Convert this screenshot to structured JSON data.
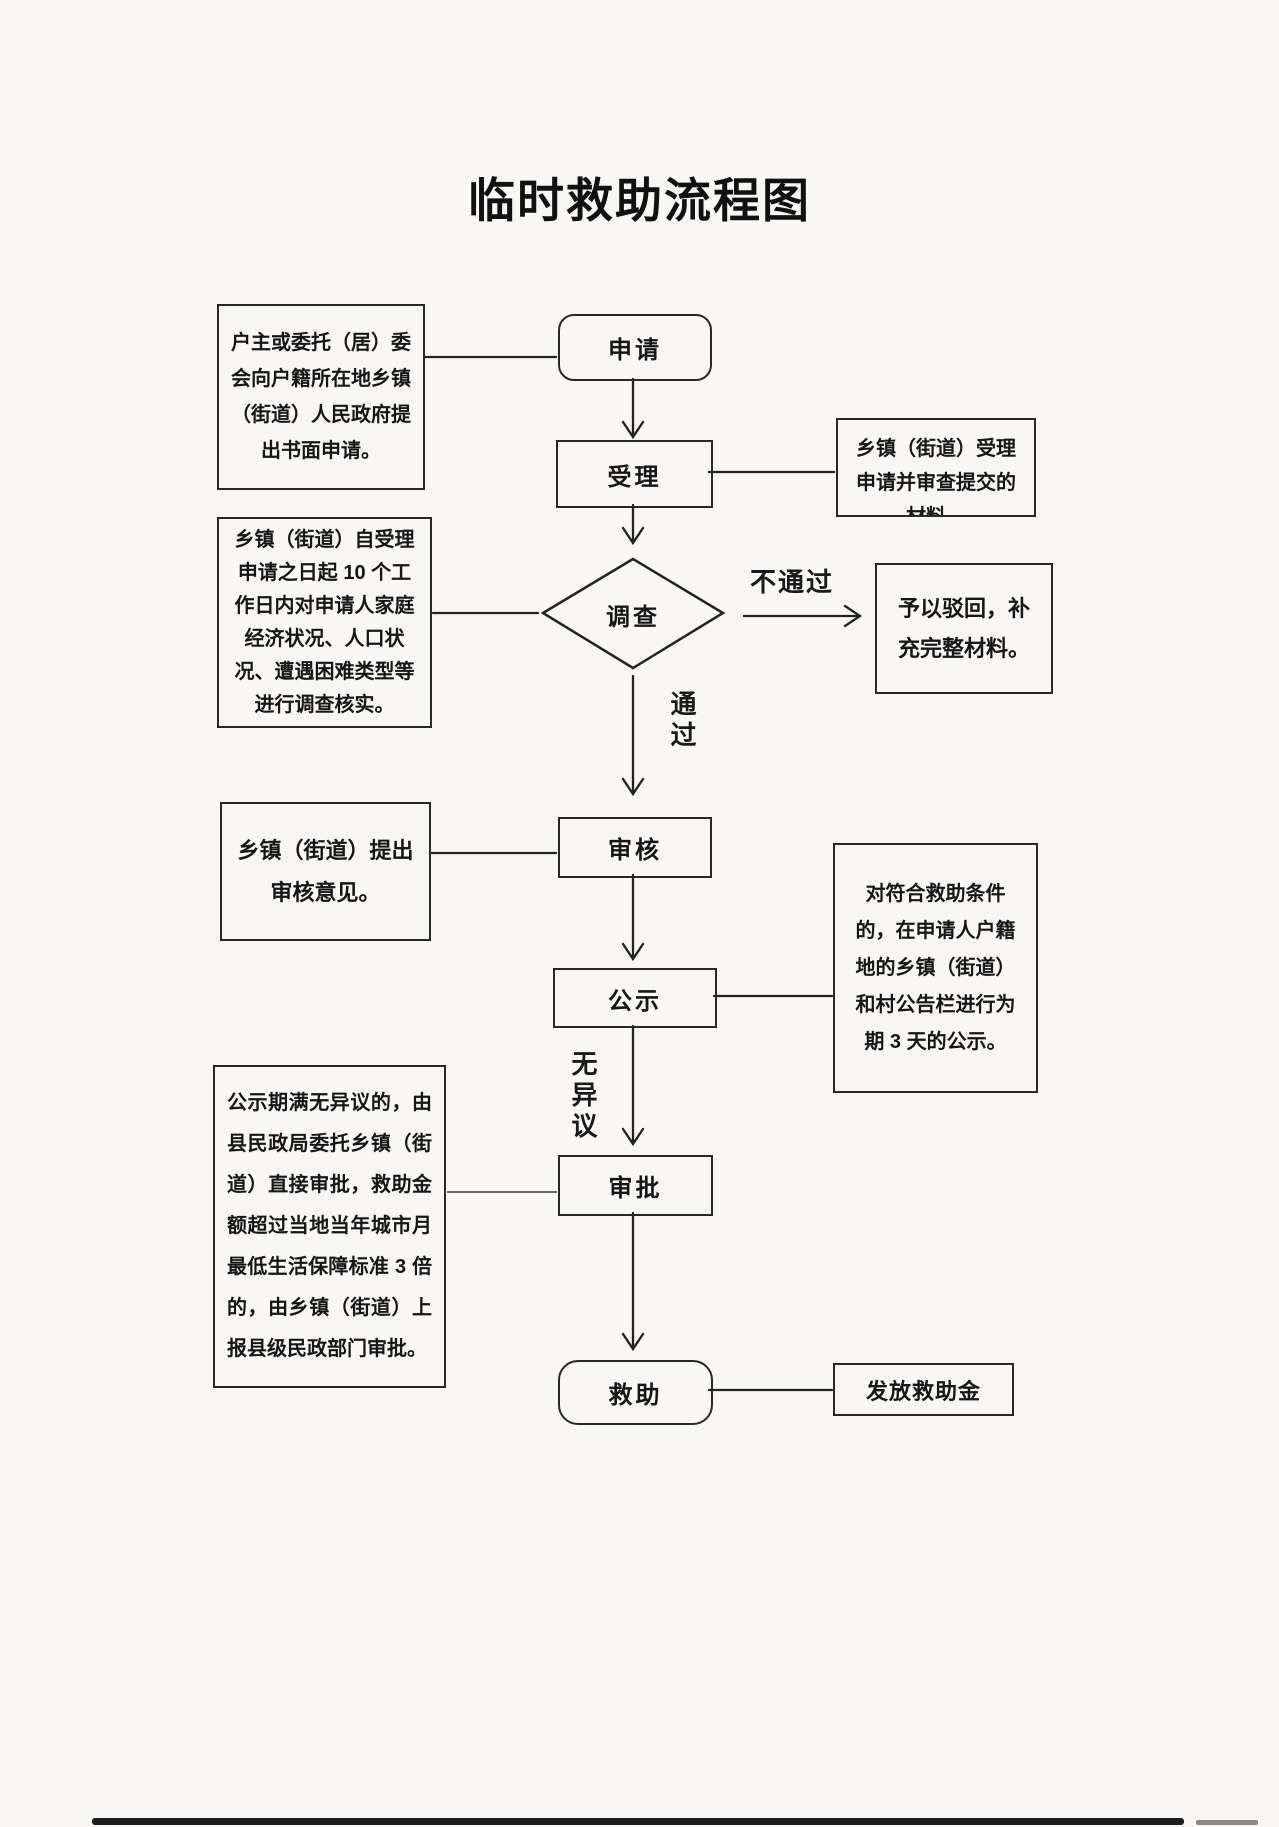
{
  "title": "临时救助流程图",
  "nodes": {
    "apply": "申请",
    "accept": "受理",
    "investigate": "调查",
    "review": "审核",
    "publicize": "公示",
    "approve": "审批",
    "assist": "救助"
  },
  "notes": {
    "applicant": "户主或委托（居）委会向户籍所在地乡镇（街道）人民政府提出书面申请。",
    "accept": "乡镇（街道）受理申请并审查提交的材料。",
    "investigate": "乡镇（街道）自受理申请之日起 10 个工作日内对申请人家庭经济状况、人口状况、遭遇困难类型等进行调查核实。",
    "reject": "予以驳回，补充完整材料。",
    "review": "乡镇（街道）提出审核意见。",
    "publicize": "对符合救助条件的，在申请人户籍地的乡镇（街道）和村公告栏进行为期 3 天的公示。",
    "approve": "公示期满无异议的，由县民政局委托乡镇（街道）直接审批，救助金额超过当地当年城市月最低生活保障标准 3 倍的，由乡镇（街道）上报县级民政部门审批。",
    "grant": "发放救助金"
  },
  "edges": {
    "fail": "不通过",
    "pass": "通过",
    "no_objection": "无异议"
  },
  "colors": {
    "ink": "#1c1c1c",
    "paper": "#f8f7f4"
  }
}
